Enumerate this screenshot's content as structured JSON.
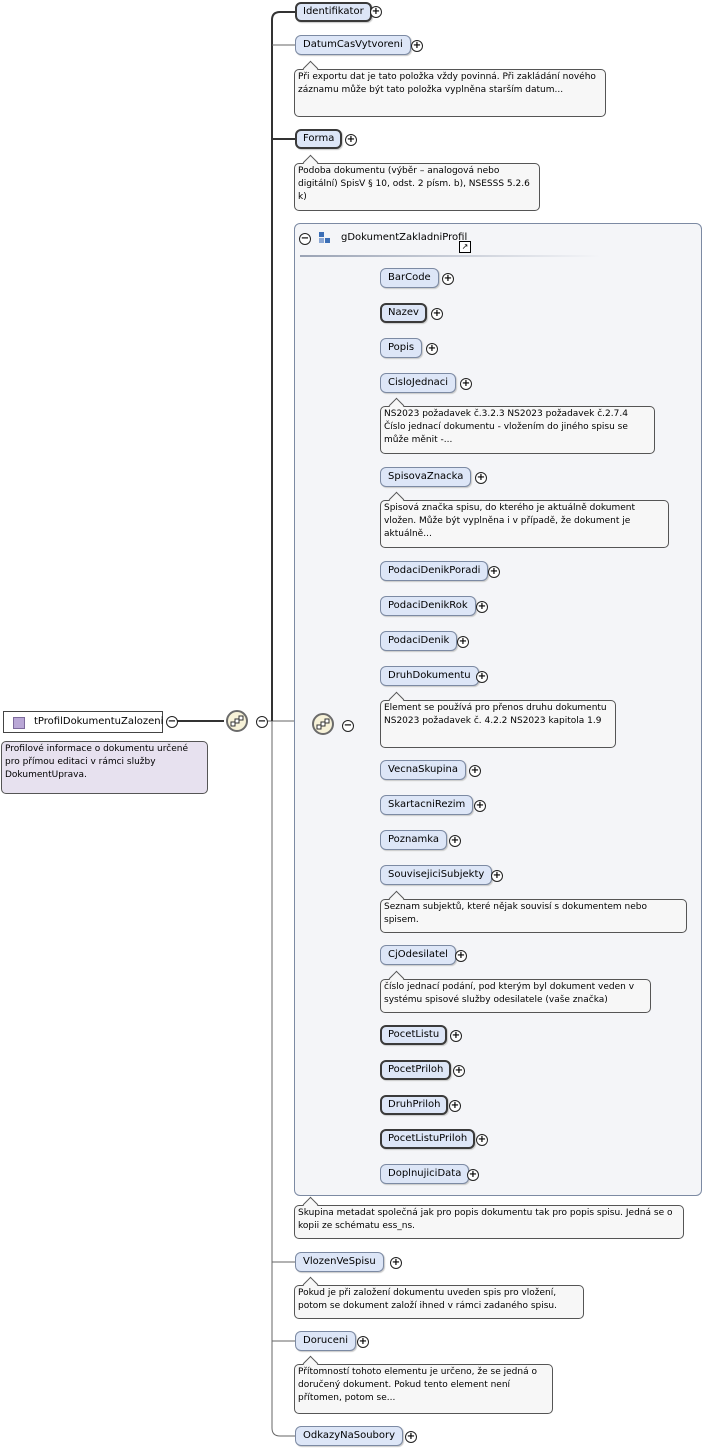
{
  "root": {
    "name": "tProfilDokumentuZalozeni",
    "annotation": "Profilové informace o dokumentu určené pro přímou editaci v rámci služby DokumentUprava."
  },
  "elements": {
    "identifikator": "Identifikator",
    "datumcas": "DatumCasVytvoreni",
    "datumcas_ann": "Při exportu dat je tato položka vždy povinná. Při zakládání nového záznamu může být tato položka vyplněna starším datum...",
    "forma": "Forma",
    "forma_ann": "Podoba dokumentu (výběr – analogová nebo digitální) SpisV § 10, odst. 2 písm. b), NSESSS 5.2.6 k)",
    "group_name": "gDokumentZakladniProfil",
    "group_ann": "Skupina metadat společná jak pro popis dokumentu tak pro popis spisu. Jedná se o kopii ze schématu ess_ns.",
    "barcode": "BarCode",
    "nazev": "Nazev",
    "popis": "Popis",
    "cislojednaci": "CisloJednaci",
    "cislojednaci_ann": "NS2023 požadavek č.3.2.3 NS2023 požadavek č.2.7.4 Číslo jednací dokumentu - vložením do jiného spisu se může měnit -...",
    "spisovaznacka": "SpisovaZnacka",
    "spisovaznacka_ann": "Spisová značka spisu, do kterého je aktuálně dokument vložen. Může být vyplněna i v případě, že dokument je aktuálně...",
    "podacidenikporadi": "PodaciDenikPoradi",
    "podacidenikrok": "PodaciDenikRok",
    "podacidenik": "PodaciDenik",
    "druhdokumentu": "DruhDokumentu",
    "druhdokumentu_ann": "Element se používá pro přenos druhu dokumentu NS2023 požadavek č. 4.2.2 NS2023 kapitola 1.9",
    "vecnaskupina": "VecnaSkupina",
    "skartacnirezim": "SkartacniRezim",
    "poznamka": "Poznamka",
    "souvisejicisubjekty": "SouvisejiciSubjekty",
    "souvisejicisubjekty_ann": "Seznam subjektů, které nějak souvisí s dokumentem nebo spisem.",
    "cjodesilatel": "CjOdesilatel",
    "cjodesilatel_ann": "číslo jednací podání, pod kterým byl dokument veden v systému spisové služby odesilatele (vaše značka)",
    "pocetlistu": "PocetListu",
    "pocetpriloh": "PocetPriloh",
    "druhpriloh": "DruhPriloh",
    "pocetlistupriloh": "PocetListuPriloh",
    "doplnujicidata": "DoplnujiciData",
    "vlozenvespisu": "VlozenVeSpisu",
    "vlozenvespisu_ann": "Pokud je při založení dokumentu uveden spis pro vložení, potom se dokument založí ihned v rámci zadaného spisu.",
    "doruceni": "Doruceni",
    "doruceni_ann": "Přítomností tohoto elementu je určeno, že se jedná o doručený dokument. Pokud tento element není přítomen, potom se...",
    "odkazynasoubory": "OdkazyNaSoubory"
  },
  "icons": {
    "expand": "plus-circle",
    "collapse": "minus-circle",
    "sequence": "sequence-compositor",
    "group": "group-ref",
    "link": "link-arrow"
  }
}
